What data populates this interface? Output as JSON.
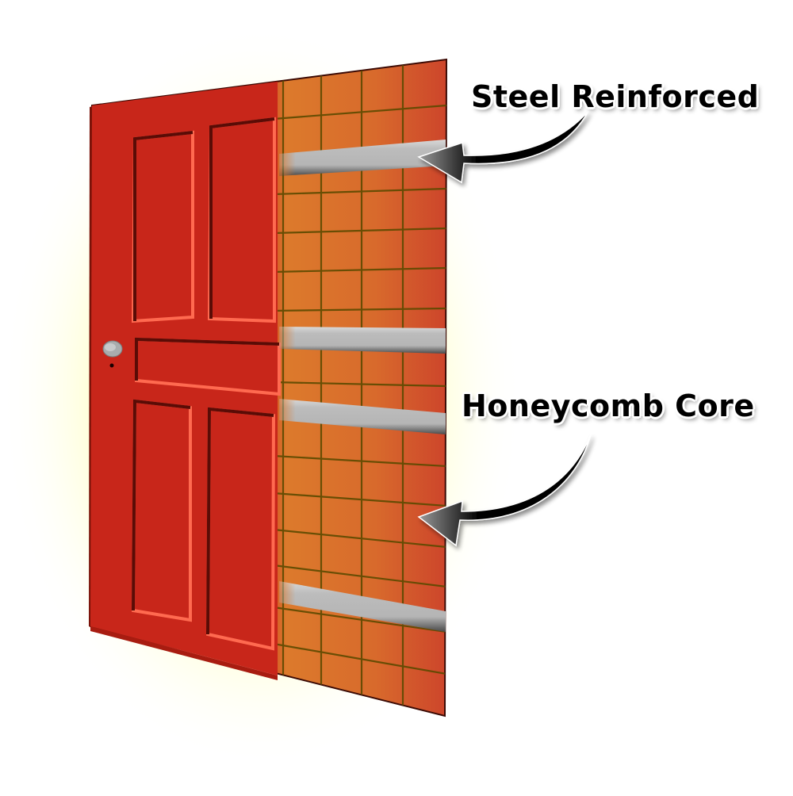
{
  "diagram": {
    "subject": "Door cutaway",
    "callouts": [
      {
        "id": "steel",
        "label": "Steel Reinforced",
        "points_to": "steel-bar"
      },
      {
        "id": "honeycomb",
        "label": "Honeycomb Core",
        "points_to": "honeycomb-grid"
      }
    ],
    "colors": {
      "door_red": "#c8261a",
      "panel_highlight": "#ff6a50",
      "panel_shadow": "#5a0c06",
      "core_orange": "#d9742a",
      "core_edge": "#cf4a2a",
      "grid_line": "#5c4a00",
      "steel": "#bdbdbd",
      "glow": "#ffffc8",
      "knob": "#a9acad"
    },
    "features": {
      "panels": 5,
      "steel_bars": 4,
      "door_knob": true
    }
  }
}
